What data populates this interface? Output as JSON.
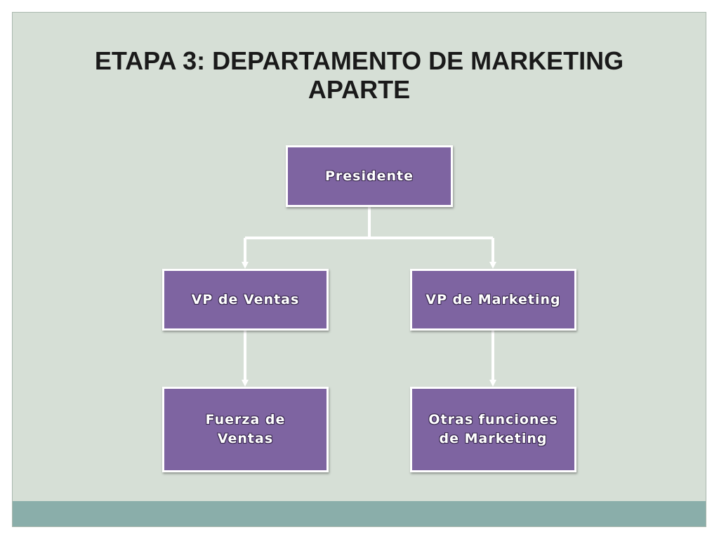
{
  "slide": {
    "title_line1": "ETAPA 3: DEPARTAMENTO DE MARKETING",
    "title_line2": "APARTE"
  },
  "org_chart": {
    "president": "Presidente",
    "vp_sales": "VP de Ventas",
    "vp_marketing": "VP de Marketing",
    "sales_force": "Fuerza de\nVentas",
    "other_marketing": "Otras funciones\nde Marketing"
  },
  "colors": {
    "background": "#d6dfd6",
    "footer_bar": "#8aaeaa",
    "node_fill": "#7e64a1",
    "node_border": "#ffffff",
    "connector": "#ffffff"
  }
}
